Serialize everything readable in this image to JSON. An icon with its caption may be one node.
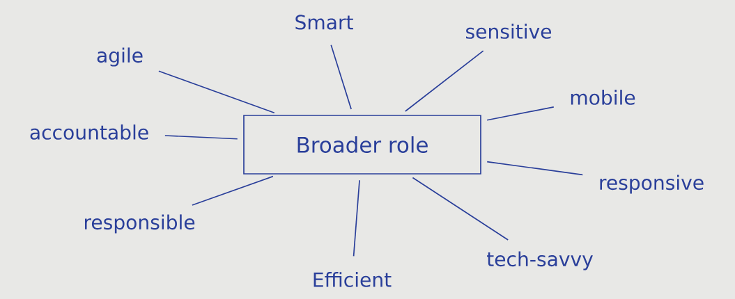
{
  "diagram": {
    "nodes": [
      {
        "text": [
          "Broader role"
        ]
      },
      {
        "text": [
          "agile"
        ]
      },
      {
        "text": [
          "Smart"
        ]
      },
      {
        "text": [
          "sensitive"
        ]
      },
      {
        "text": [
          "mobile"
        ]
      },
      {
        "text": [
          "accountable"
        ]
      },
      {
        "text": [
          "responsive"
        ]
      },
      {
        "text": [
          "responsible"
        ]
      },
      {
        "text": [
          "Efficient"
        ]
      },
      {
        "text": [
          "tech-savvy"
        ]
      }
    ],
    "edges": [
      {
        "from": 0,
        "to": 1,
        "arrow": "none"
      },
      {
        "from": 0,
        "to": 2,
        "arrow": "none"
      },
      {
        "from": 0,
        "to": 3,
        "arrow": "none"
      },
      {
        "from": 0,
        "to": 4,
        "arrow": "none"
      },
      {
        "from": 0,
        "to": 5,
        "arrow": "none"
      },
      {
        "from": 0,
        "to": 6,
        "arrow": "none"
      },
      {
        "from": 0,
        "to": 7,
        "arrow": "none"
      },
      {
        "from": 0,
        "to": 8,
        "arrow": "none"
      },
      {
        "from": 0,
        "to": 9,
        "arrow": "none"
      }
    ]
  }
}
